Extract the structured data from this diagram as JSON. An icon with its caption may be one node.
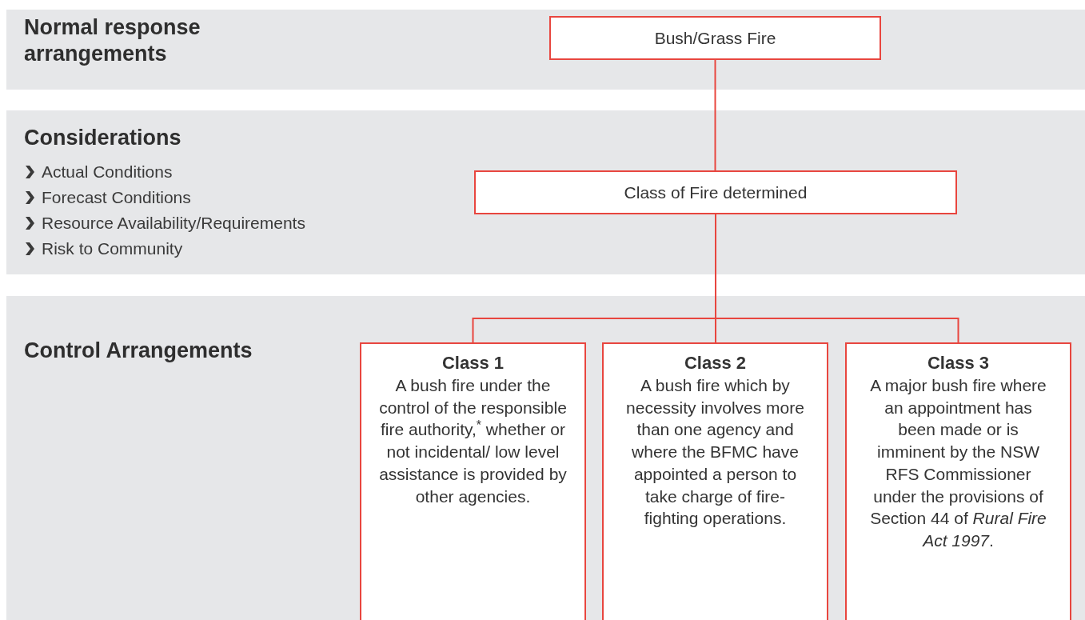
{
  "diagram": {
    "nodes": [
      {
        "text": [
          "Normal response arrangements"
        ]
      },
      {
        "text": [
          "Bush/Grass Fire"
        ],
        "in": 0
      },
      {
        "text": [
          "Considerations",
          "Actual Conditions",
          "Forecast Conditions",
          "Resource Availability/Requirements",
          "Risk to Community"
        ]
      },
      {
        "text": [
          "Class of Fire determined"
        ],
        "in": 2
      },
      {
        "text": [
          "Control Arrangements"
        ]
      },
      {
        "text": [
          "Class 1",
          "A bush fire under the control of the responsible fire authority,$^{*}$ whether or not incidental/ low level assistance is provided by other agencies."
        ],
        "in": 4
      },
      {
        "text": [
          "Class 2",
          "A bush fire which by necessity involves more than one agency and where the BFMC have appointed a person to take charge of fire-fighting operations."
        ],
        "in": 4
      },
      {
        "text": [
          "Class 3",
          "A major bush fire where an appointment has been made or is imminent by the NSW RFS Commissioner under the provisions of Section 44 of *Rural Fire Act 1997*."
        ],
        "in": 4
      }
    ],
    "edges": [
      {
        "from": 1,
        "to": 3,
        "arrow": "none"
      },
      {
        "from": 3,
        "to": 5,
        "arrow": "none"
      },
      {
        "from": 3,
        "to": 6,
        "arrow": "none"
      },
      {
        "from": 3,
        "to": 7,
        "arrow": "none"
      }
    ]
  }
}
